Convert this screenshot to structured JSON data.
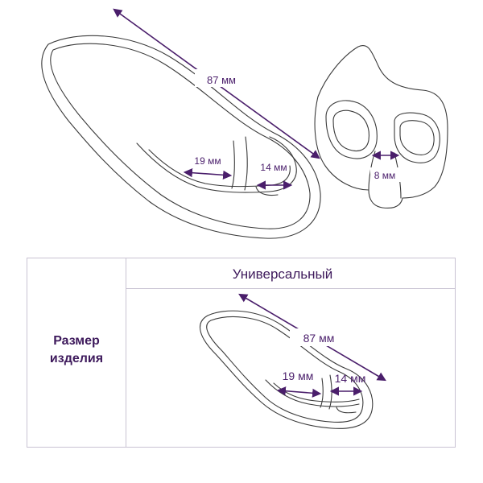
{
  "top_figure": {
    "insole_length": "87 мм",
    "heel_width": "19 мм",
    "toe_width": "14 мм",
    "bridge_width": "8 мм"
  },
  "table": {
    "header": "Универсальный",
    "row_label_line1": "Размер",
    "row_label_line2": "изделия",
    "length": "87 мм",
    "heel_width": "19 мм",
    "toe_width": "14 мм"
  },
  "colors": {
    "accent": "#4a1e6b",
    "outline": "#3a3a3a",
    "table_border": "#c9c3d3"
  }
}
